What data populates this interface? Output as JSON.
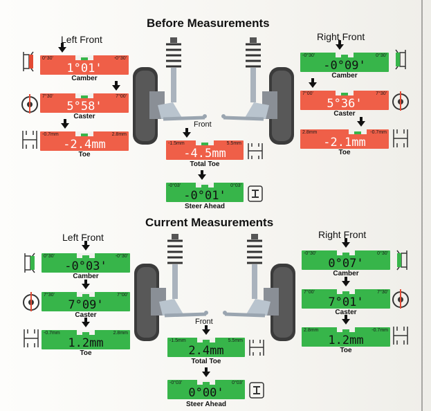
{
  "before": {
    "title": "Before Measurements",
    "left_front": "Left Front",
    "right_front": "Right Front",
    "front": "Front",
    "lf_camber": {
      "label": "Camber",
      "min": "0°30'",
      "max": "-0°30'",
      "value": "1°01'"
    },
    "lf_caster": {
      "label": "Caster",
      "min": "7°30'",
      "max": "7°00'",
      "value": "5°58'"
    },
    "lf_toe": {
      "label": "Toe",
      "min": "-0.7mm",
      "max": "2.8mm",
      "value": "-2.4mm"
    },
    "rf_camber": {
      "label": "Camber",
      "min": "-0°30'",
      "max": "0°30'",
      "value": "-0°09'"
    },
    "rf_caster": {
      "label": "Caster",
      "min": "7°00'",
      "max": "7°30'",
      "value": "5°36'"
    },
    "rf_toe": {
      "label": "Toe",
      "min": "2.8mm",
      "max": "-0.7mm",
      "value": "-2.1mm"
    },
    "total_toe": {
      "label": "Total Toe",
      "min": "-1.5mm",
      "max": "5.5mm",
      "value": "-4.5mm"
    },
    "steer_ahead": {
      "label": "Steer Ahead",
      "min": "-0°03'",
      "max": "0°03'",
      "value": "-0°01'"
    }
  },
  "current": {
    "title": "Current Measurements",
    "left_front": "Left Front",
    "right_front": "Right Front",
    "front": "Front",
    "lf_camber": {
      "label": "Camber",
      "min": "0°30'",
      "max": "-0°30'",
      "value": "-0°03'"
    },
    "lf_caster": {
      "label": "Caster",
      "min": "7°30'",
      "max": "7°00'",
      "value": "7°09'"
    },
    "lf_toe": {
      "label": "Toe",
      "min": "-0.7mm",
      "max": "2.8mm",
      "value": "1.2mm"
    },
    "rf_camber": {
      "label": "Camber",
      "min": "-0°30'",
      "max": "0°30'",
      "value": "0°07'"
    },
    "rf_caster": {
      "label": "Caster",
      "min": "7°00'",
      "max": "7°30'",
      "value": "7°01'"
    },
    "rf_toe": {
      "label": "Toe",
      "min": "2.8mm",
      "max": "-0.7mm",
      "value": "1.2mm"
    },
    "total_toe": {
      "label": "Total Toe",
      "min": "-1.5mm",
      "max": "5.5mm",
      "value": "2.4mm"
    },
    "steer_ahead": {
      "label": "Steer Ahead",
      "min": "-0°03'",
      "max": "0°03'",
      "value": "0°00'"
    }
  },
  "colors": {
    "out_of_spec": "#ef5f48",
    "in_spec": "#37b54a"
  },
  "icons": [
    "suspension-strut-icon",
    "wheel-hub-icon",
    "camber-icon",
    "caster-icon",
    "toe-icon",
    "steering-wheel-icon"
  ]
}
